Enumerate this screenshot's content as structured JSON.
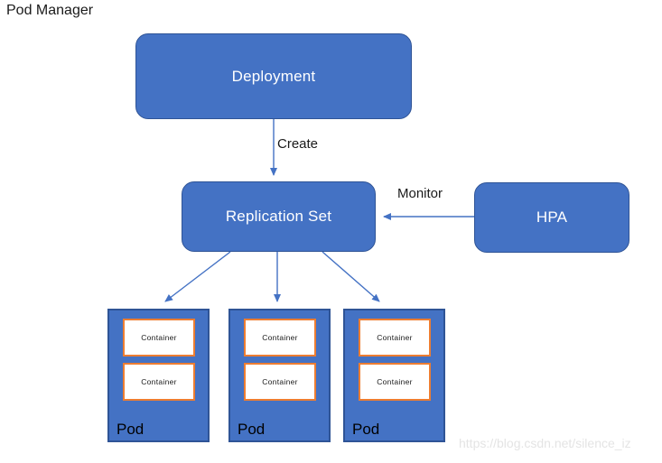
{
  "diagram": {
    "title": "Pod Manager",
    "type": "flowchart",
    "colors": {
      "node_fill": "#4472C4",
      "node_border": "#2F5496",
      "node_text": "#FFFFFF",
      "container_border": "#ED7D31",
      "container_fill": "#FFFFFF",
      "edge": "#4472C4",
      "label_text": "#1A1A1A",
      "background": "#FFFFFF",
      "watermark": "#E4E4E4"
    },
    "nodes": {
      "deployment": {
        "label": "Deployment",
        "shape": "rounded-rect"
      },
      "replicaset": {
        "label": "Replication Set",
        "shape": "rounded-rect"
      },
      "hpa": {
        "label": "HPA",
        "shape": "rounded-rect"
      }
    },
    "edges": [
      {
        "from": "deployment",
        "to": "replicaset",
        "label": "Create",
        "direction": "down"
      },
      {
        "from": "hpa",
        "to": "replicaset",
        "label": "Monitor",
        "direction": "left"
      },
      {
        "from": "replicaset",
        "to": "pod-1",
        "label": "",
        "direction": "down-left"
      },
      {
        "from": "replicaset",
        "to": "pod-2",
        "label": "",
        "direction": "down"
      },
      {
        "from": "replicaset",
        "to": "pod-3",
        "label": "",
        "direction": "down-right"
      }
    ],
    "pods": [
      {
        "label": "Pod",
        "containers": [
          {
            "label": "Container"
          },
          {
            "label": "Container"
          }
        ]
      },
      {
        "label": "Pod",
        "containers": [
          {
            "label": "Container"
          },
          {
            "label": "Container"
          }
        ]
      },
      {
        "label": "Pod",
        "containers": [
          {
            "label": "Container"
          },
          {
            "label": "Container"
          }
        ]
      }
    ],
    "watermark": "https://blog.csdn.net/silence_iz"
  }
}
